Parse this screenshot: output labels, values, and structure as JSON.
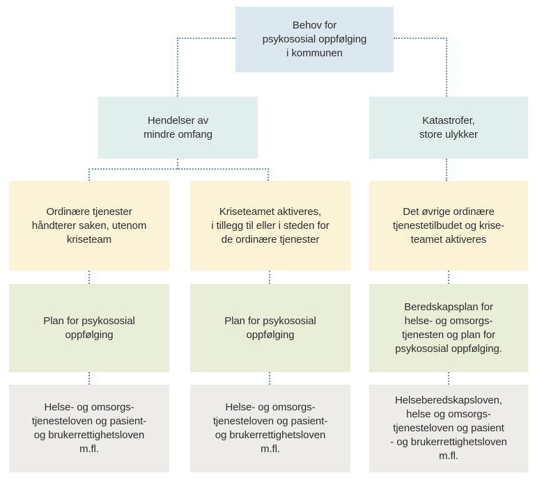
{
  "colors": {
    "background": "#ffffff",
    "text": "#2e2d2b",
    "connector": "#6d96a8",
    "need_fill": "#dce8ef",
    "event_fill": "#e0efeb",
    "response_fill": "#fdf3d7",
    "plan_fill": "#e9eed8",
    "law_fill": "#edecea"
  },
  "diagram": {
    "type": "flowchart",
    "language": "no",
    "nodes": {
      "need": {
        "text": "Behov for\npsykososial oppfølging\ni kommunen"
      },
      "minor_event": {
        "text": "Hendelser av\nmindre omfang"
      },
      "major_event": {
        "text": "Katastrofer,\nstore ulykker"
      },
      "response_ordinary": {
        "text": "Ordinære tjenester\nhåndterer saken, utenom\nkriseteam"
      },
      "response_crisis_team": {
        "text": "Kriseteamet aktiveres,\ni tillegg til eller i steden for\nde ordinære tjenester"
      },
      "response_full": {
        "text": "Det øvrige ordinære\ntjenestetilbudet og krise-\nteamet aktiveres"
      },
      "plan_left": {
        "text": "Plan for psykososial\noppfølging"
      },
      "plan_middle": {
        "text": "Plan for psykososial\noppfølging"
      },
      "plan_right": {
        "text": "Beredskapsplan for\nhelse- og omsorgs-\ntjenesten og plan for\npsykososial oppfølging."
      },
      "law_left": {
        "text": "Helse- og omsorgs-\ntjenesteloven og pasient-\nog brukerrettighetsloven\nm.fl."
      },
      "law_middle": {
        "text": "Helse- og omsorgs-\ntjenesteloven og pasient-\nog brukerrettighetsloven\nm.fl."
      },
      "law_right": {
        "text": "Helseberedskapsloven,\nhelse og omsorgs-\ntjenesteloven og pasient\n- og brukerrettighetsloven\nm.fl."
      }
    },
    "edges": [
      {
        "from": "need",
        "to": "minor_event",
        "style": "dotted"
      },
      {
        "from": "need",
        "to": "major_event",
        "style": "dotted"
      },
      {
        "from": "minor_event",
        "to": "response_ordinary",
        "style": "dotted"
      },
      {
        "from": "minor_event",
        "to": "response_crisis_team",
        "style": "dotted"
      },
      {
        "from": "major_event",
        "to": "response_full",
        "style": "dotted"
      },
      {
        "from": "response_ordinary",
        "to": "plan_left",
        "style": "dotted"
      },
      {
        "from": "response_crisis_team",
        "to": "plan_middle",
        "style": "dotted"
      },
      {
        "from": "response_full",
        "to": "plan_right",
        "style": "dotted"
      },
      {
        "from": "plan_left",
        "to": "law_left",
        "style": "dotted"
      },
      {
        "from": "plan_middle",
        "to": "law_middle",
        "style": "dotted"
      },
      {
        "from": "plan_right",
        "to": "law_right",
        "style": "dotted"
      }
    ]
  }
}
